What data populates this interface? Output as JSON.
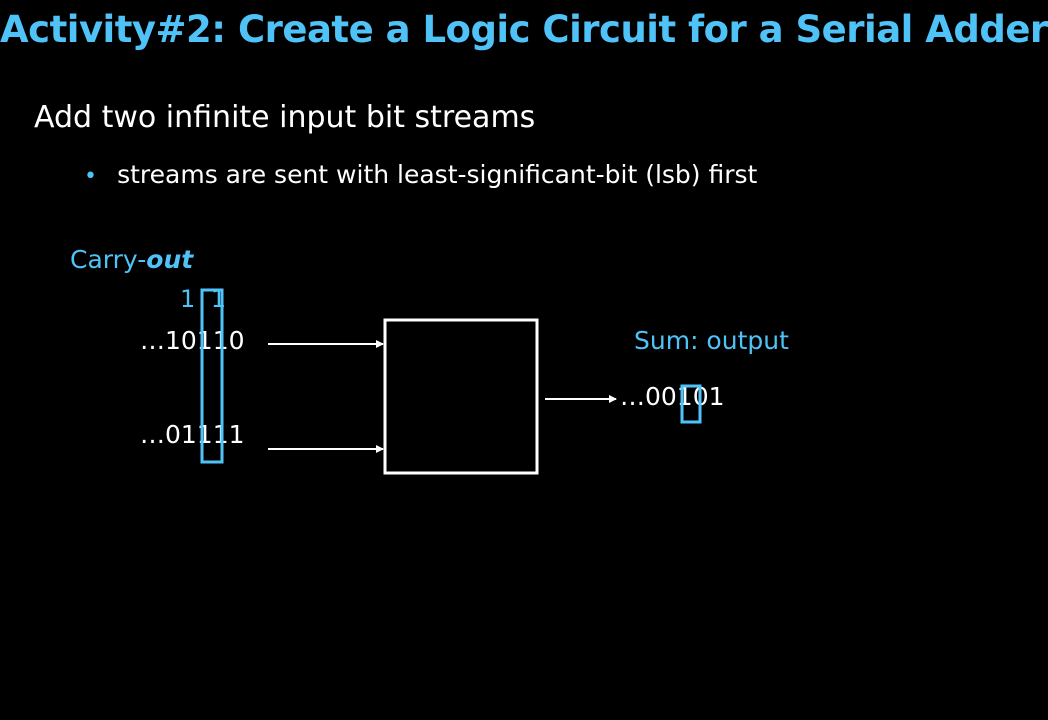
{
  "slide": {
    "title": "Activity#2: Create a Logic Circuit for a Serial Adder",
    "bullet_level1": "Add two infinite input bit streams",
    "bullet_level2": "streams are sent with least-significant-bit (lsb) first"
  },
  "diagram": {
    "carry_label_prefix": "Carry-",
    "carry_label_emph": "out",
    "carry_bits": "1 1",
    "input_a": "…10110",
    "input_b": "…01111",
    "sum_label": "Sum: output",
    "sum_output": "…00101",
    "colors": {
      "accent": "#4fc3f7",
      "text": "#ffffff",
      "background": "#000000"
    }
  }
}
